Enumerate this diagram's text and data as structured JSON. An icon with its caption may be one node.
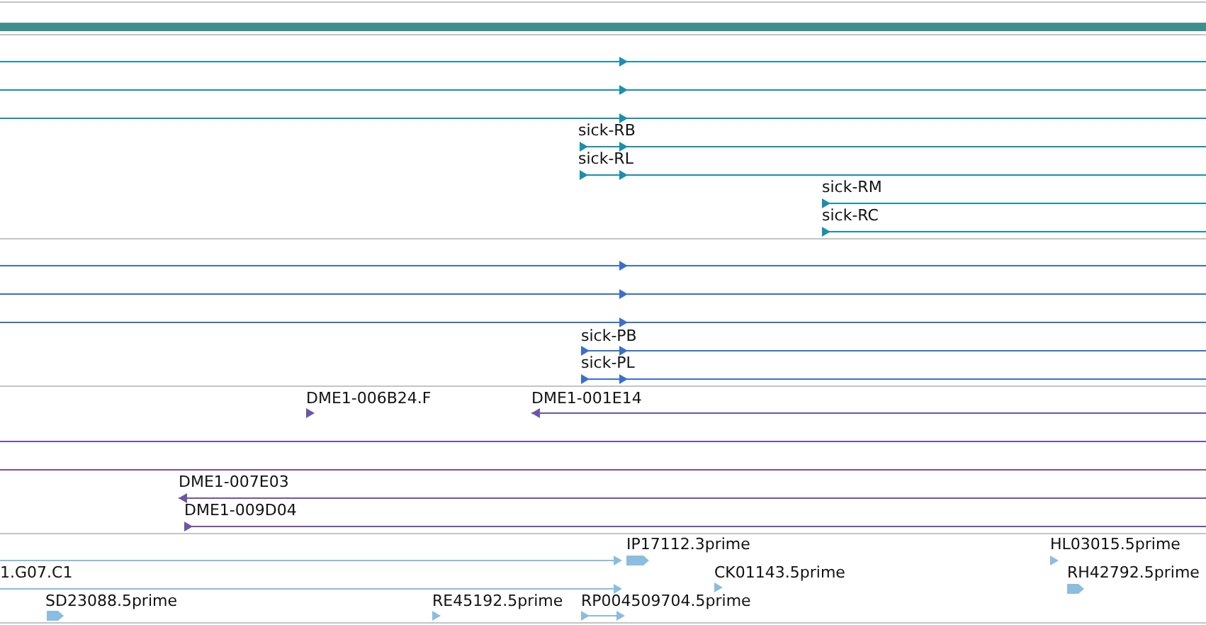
{
  "diagram": {
    "labels": [
      "sick-RB",
      "sick-RL",
      "sick-RM",
      "sick-RC",
      "sick-PB",
      "sick-PL",
      "DME1-006B24.F",
      "DME1-001E14",
      "DME1-007E03",
      "DME1-009D04",
      "IP17112.3prime",
      "HL03015.5prime",
      "1.G07.C1",
      "CK01143.5prime",
      "RH42792.5prime",
      "SD23088.5prime",
      "RE45192.5prime",
      "RP004509704.5prime"
    ]
  }
}
